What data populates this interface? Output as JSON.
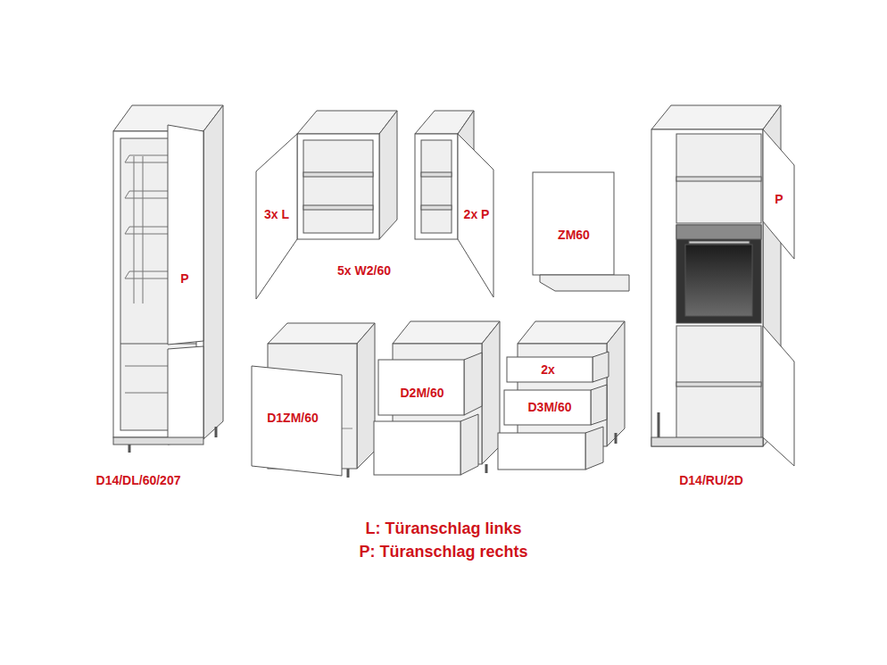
{
  "diagram": {
    "nodes": [
      {
        "text": [
          "P"
        ]
      },
      {
        "text": [
          "3x L"
        ]
      },
      {
        "text": [
          "2x P"
        ]
      },
      {
        "text": [
          "ZM60"
        ]
      },
      {
        "text": [
          "P"
        ]
      },
      {
        "text": [
          "D1ZM/60"
        ]
      },
      {
        "text": [
          "D2M/60"
        ]
      },
      {
        "text": [
          "2x"
        ]
      },
      {
        "text": [
          "D3M/60"
        ]
      }
    ],
    "labels": [
      "5x W2/60",
      "D14/DL/60/207",
      "D14/RU/2D",
      "L: Türanschlag links",
      "P: Türanschlag rechts"
    ]
  }
}
